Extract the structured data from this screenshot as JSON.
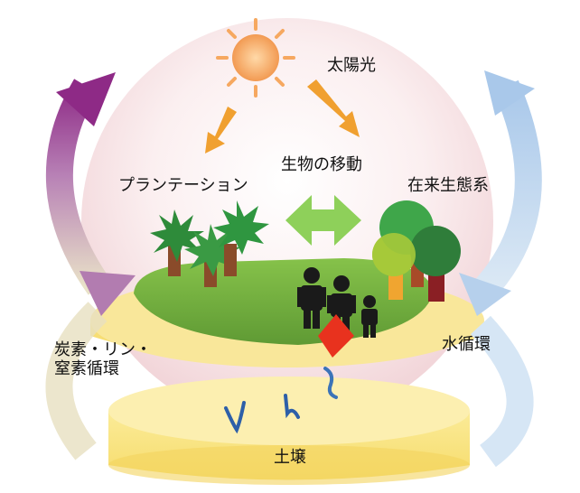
{
  "labels": {
    "sunlight": "太陽光",
    "species_movement": "生物の移動",
    "plantation": "プランテーション",
    "native_ecosystem": "在来生態系",
    "nutrient_cycle_line1": "炭素・リン・",
    "nutrient_cycle_line2": "窒素循環",
    "water_cycle": "水循環",
    "soil": "土壌"
  },
  "colors": {
    "dome": "#f6dfe2",
    "sun": "#f6a15a",
    "sun_arrows": "#f0a030",
    "movement_arrow": "#8ed05a",
    "nutrient_cycle": "#8e2a86",
    "water_cycle": "#bcd6ee",
    "soil": "#f7e27a",
    "ground": "#6aa83a",
    "people": "#1a1a1a",
    "pollution_marker": "#e8321e",
    "water_lines": "#2d5fa8"
  },
  "icons": [
    "sun-icon",
    "palm-tree-icon",
    "deciduous-tree-icon",
    "person-icon",
    "double-arrow-icon",
    "cycle-arrow-icon"
  ]
}
